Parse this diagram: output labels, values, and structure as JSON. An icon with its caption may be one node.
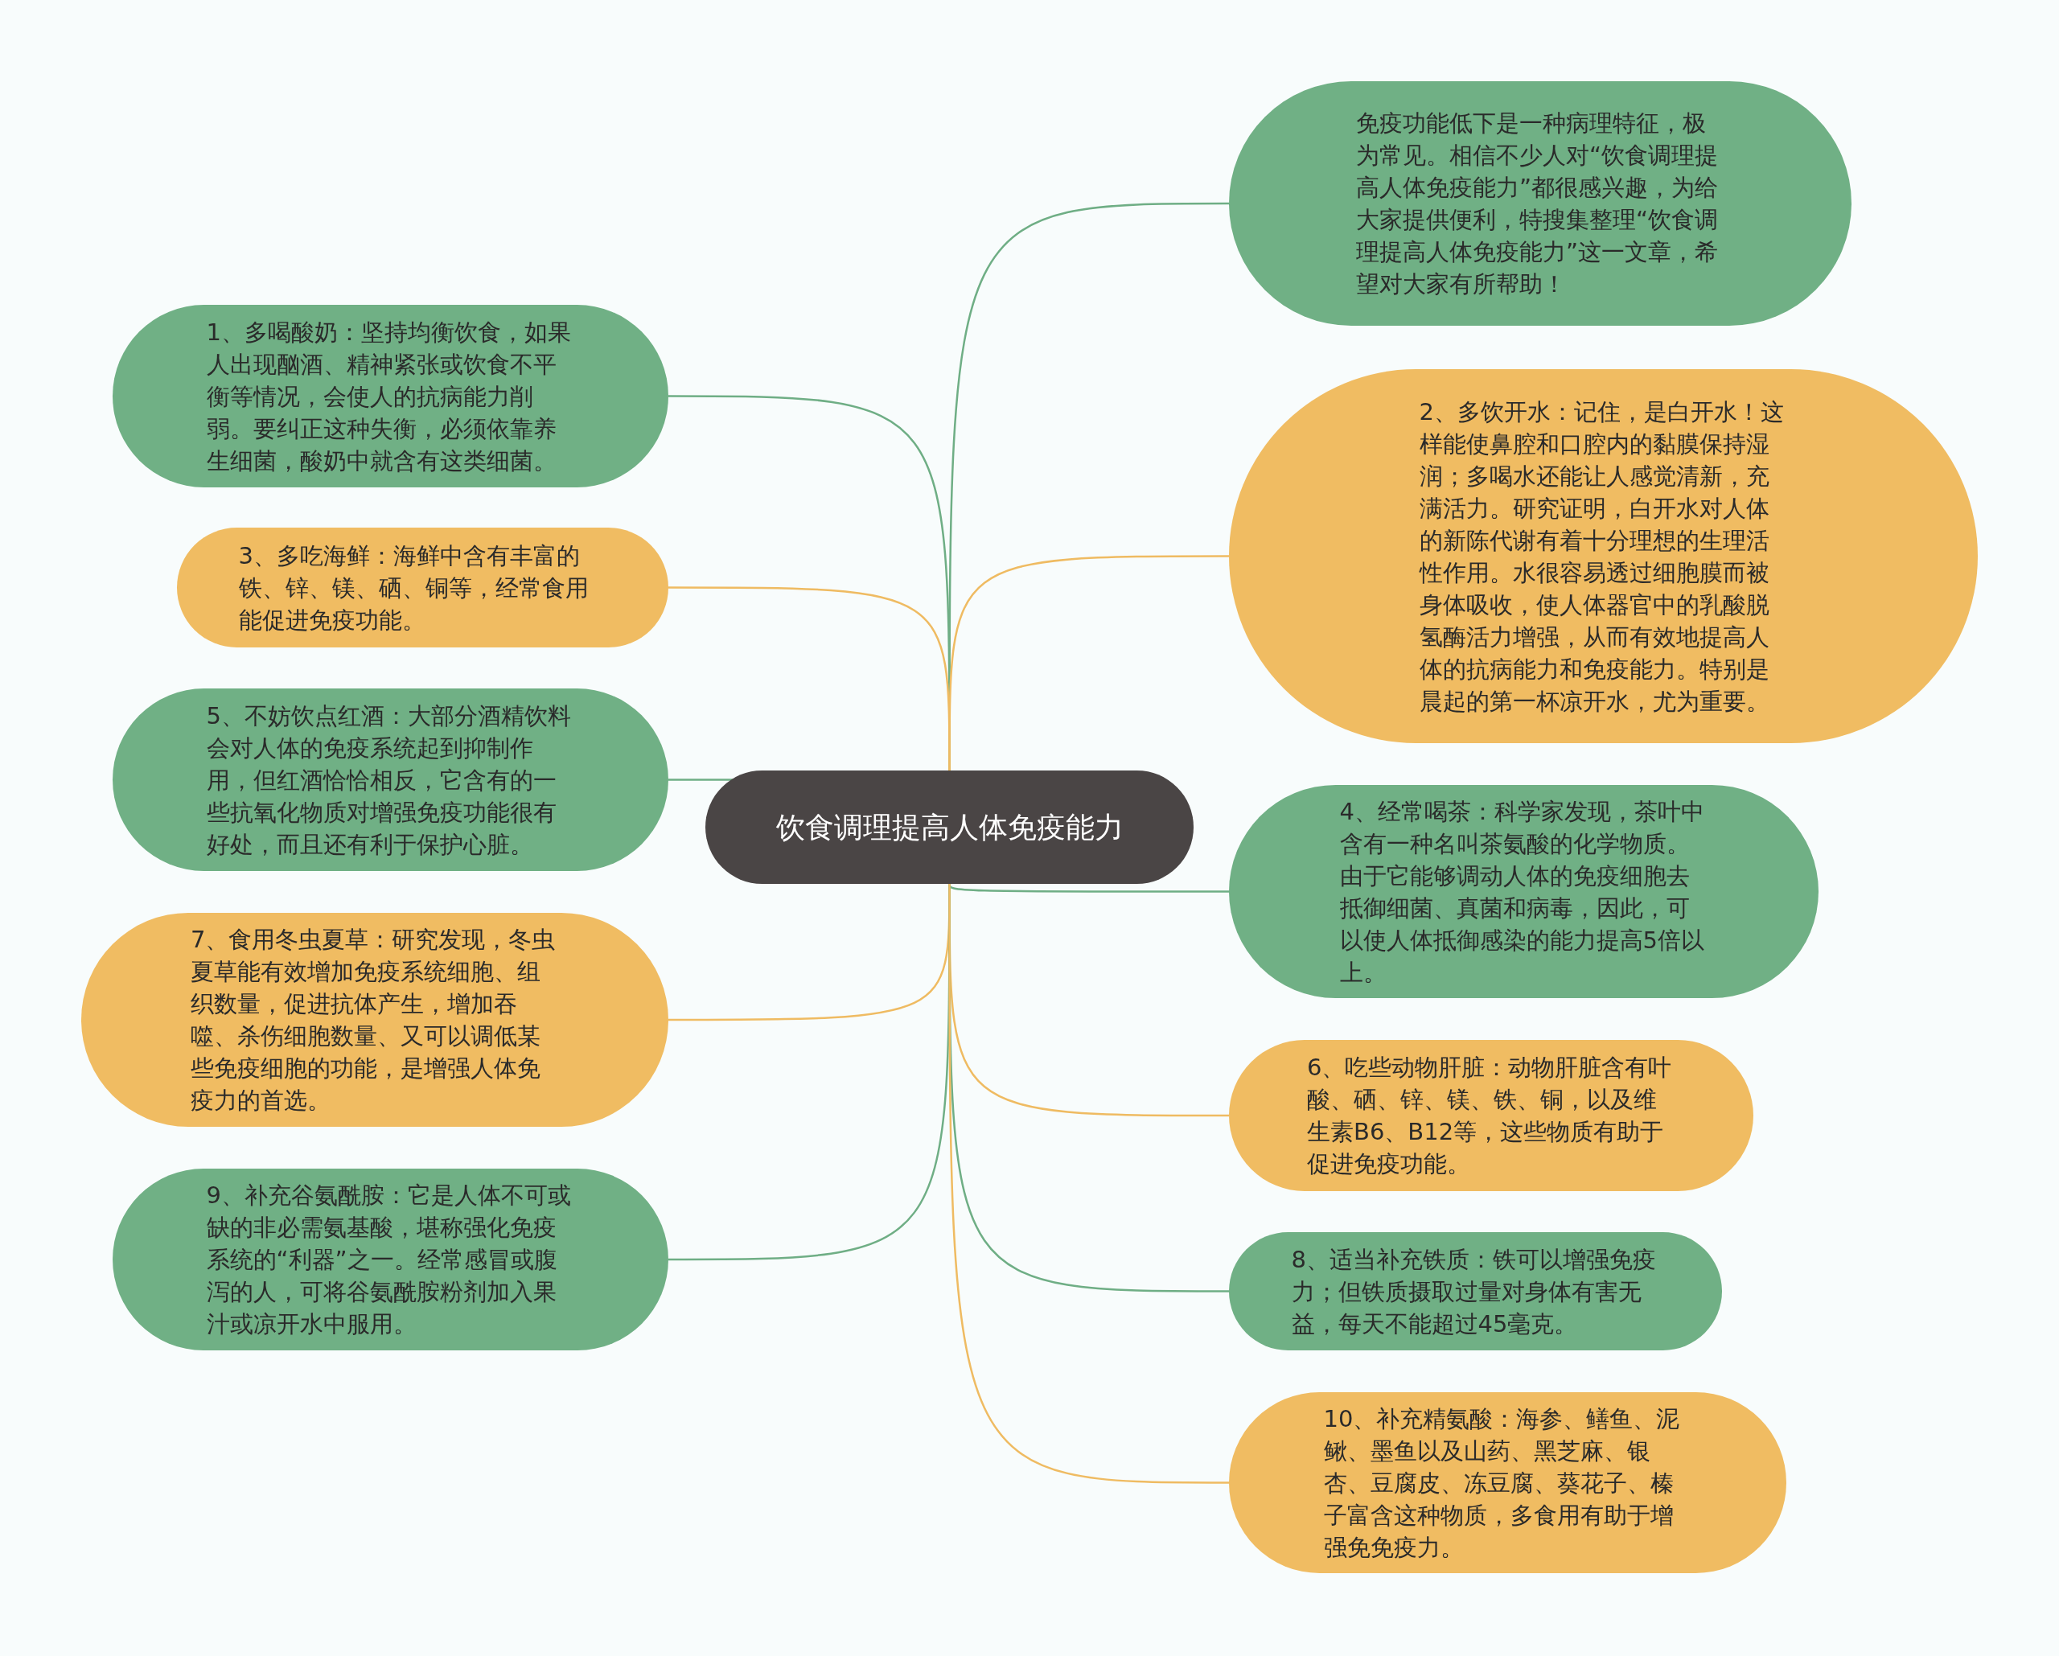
{
  "diagram": {
    "nodes": [
      {
        "text": [
          "饮食调理提高人体免疫能力"
        ]
      },
      {
        "text": [
          "免疫功能低下是一种病理特征，极为常见。相信不少人对“饮食调理提高人体免疫能力”都很感兴趣，为给大家提供便利，特搜集整理“饮食调理提高人体免疫能力”这一文章，希望对大家有所帮助！"
        ]
      },
      {
        "text": [
          "1、多喝酸奶：坚持均衡饮食，如果人出现酗酒、精神紧张或饮食不平衡等情况，会使人的抗病能力削弱。要纠正这种失衡，必须依靠养生细菌，酸奶中就含有这类细菌。"
        ]
      },
      {
        "text": [
          "2、多饮开水：记住，是白开水！这样能使鼻腔和口腔内的黏膜保持湿润；多喝水还能让人感觉清新，充满活力。研究证明，白开水对人体的新陈代谢有着十分理想的生理活性作用。水很容易透过细胞膜而被身体吸收，使人体器官中的乳酸脱氢酶活力增强，从而有效地提高人体的抗病能力和免疫能力。特别是晨起的第一杯凉开水，尤为重要。"
        ]
      },
      {
        "text": [
          "3、多吃海鲜：海鲜中含有丰富的铁、锌、镁、硒、铜等，经常食用能促进免疫功能。"
        ]
      },
      {
        "text": [
          "4、经常喝茶：科学家发现，茶叶中含有一种名叫茶氨酸的化学物质。由于它能够调动人体的免疫细胞去抵御细菌、真菌和病毒，因此，可以使人体抵御感染的能力提高5倍以上。"
        ]
      },
      {
        "text": [
          "5、不妨饮点红酒：大部分酒精饮料会对人体的免疫系统起到抑制作用，但红酒恰恰相反，它含有的一些抗氧化物质对增强免疫功能很有好处，而且还有利于保护心脏。"
        ]
      },
      {
        "text": [
          "6、吃些动物肝脏：动物肝脏含有叶酸、硒、锌、镁、铁、铜，以及维生素B6、B12等，这些物质有助于促进免疫功能。"
        ]
      },
      {
        "text": [
          "7、食用冬虫夏草：研究发现，冬虫夏草能有效增加免疫系统细胞、组织数量，促进抗体产生，增加吞噬、杀伤细胞数量、又可以调低某些免疫细胞的功能，是增强人体免疫力的首选。"
        ]
      },
      {
        "text": [
          "8、适当补充铁质：铁可以增强免疫力；但铁质摄取过量对身体有害无益，每天不能超过45毫克。"
        ]
      },
      {
        "text": [
          "9、补充谷氨酰胺：它是人体不可或缺的非必需氨基酸，堪称强化免疫系统的“利器”之一。经常感冒或腹泻的人，可将谷氨酰胺粉剂加入果汁或凉开水中服用。"
        ]
      },
      {
        "text": [
          "10、补充精氨酸：海参、鳝鱼、泥鳅、墨鱼以及山药、黑芝麻、银杏、豆腐皮、冻豆腐、葵花子、榛子富含这种物质，多食用有助于增强免免疫力。"
        ]
      }
    ],
    "edges": [
      {
        "from": 0,
        "to": 1,
        "arrow": "none"
      },
      {
        "from": 0,
        "to": 2,
        "arrow": "none"
      },
      {
        "from": 0,
        "to": 3,
        "arrow": "none",
        "color": "#efbb62"
      },
      {
        "from": 0,
        "to": 4,
        "arrow": "none",
        "color": "#efbb62"
      },
      {
        "from": 0,
        "to": 5,
        "arrow": "none"
      },
      {
        "from": 0,
        "to": 6,
        "arrow": "none"
      },
      {
        "from": 0,
        "to": 7,
        "arrow": "none",
        "color": "#efbb62"
      },
      {
        "from": 0,
        "to": 8,
        "arrow": "none",
        "color": "#efbb62"
      },
      {
        "from": 0,
        "to": 9,
        "arrow": "none"
      },
      {
        "from": 0,
        "to": 10,
        "arrow": "none"
      },
      {
        "from": 0,
        "to": 11,
        "arrow": "none",
        "color": "#efbb62"
      }
    ]
  }
}
